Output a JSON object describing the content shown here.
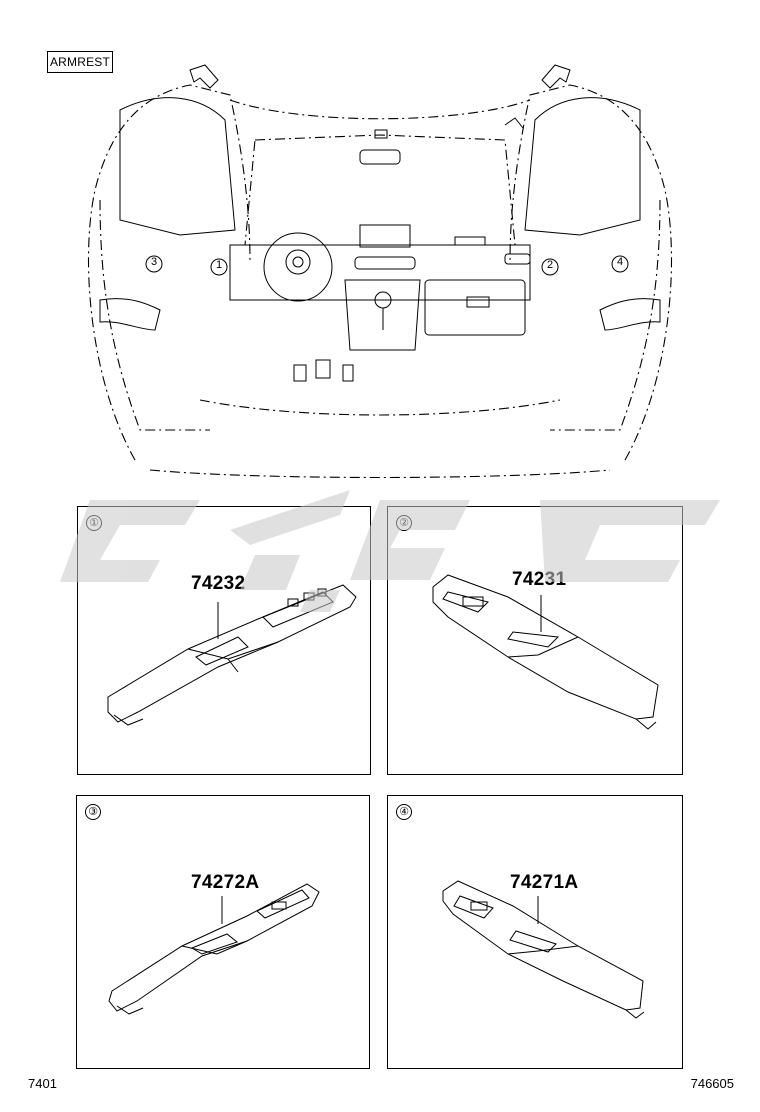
{
  "header": {
    "title": "ARMREST"
  },
  "overview_callouts": [
    {
      "id": "callout-1",
      "label": "1"
    },
    {
      "id": "callout-2",
      "label": "2"
    },
    {
      "id": "callout-3",
      "label": "3"
    },
    {
      "id": "callout-4",
      "label": "4"
    }
  ],
  "panels": [
    {
      "index": "①",
      "part_number": "74232"
    },
    {
      "index": "②",
      "part_number": "74231"
    },
    {
      "index": "③",
      "part_number": "74272A"
    },
    {
      "index": "④",
      "part_number": "74271A"
    }
  ],
  "footer": {
    "left_code": "7401",
    "right_code": "746605"
  }
}
